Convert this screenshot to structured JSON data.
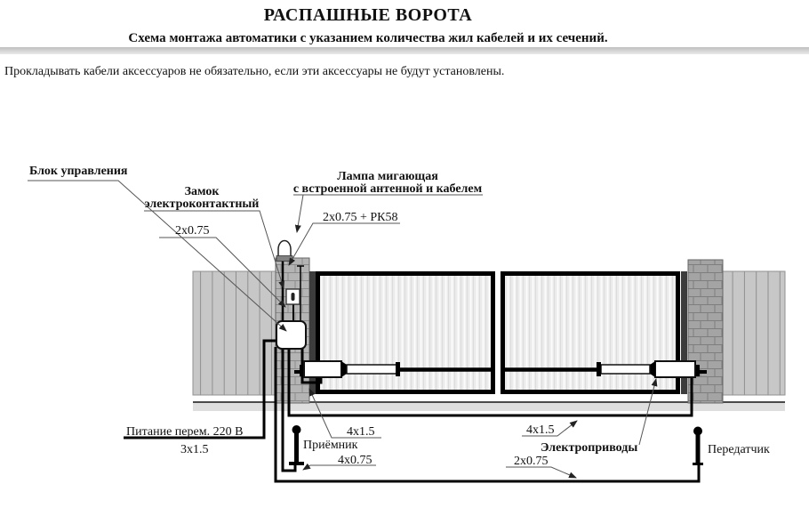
{
  "header": {
    "title": "РАСПАШНЫЕ ВОРОТА",
    "subtitle": "Схема монтажа автоматики с указанием количества жил кабелей и их сечений.",
    "note": "Прокладывать кабели аксессуаров не обязательно, если эти аксессуары не будут установлены."
  },
  "labels": {
    "control_unit": "Блок управления",
    "lock_line1": "Замок",
    "lock_line2": "электроконтактный",
    "lock_cable": "2х0.75",
    "lamp_line1": "Лампа мигающая",
    "lamp_line2": "с встроенной антенной и кабелем",
    "lamp_cable": "2х0.75 + РК58",
    "power_supply": "Питание  перем.  220 В",
    "power_cable": "3х1.5",
    "receiver": "Приёмник",
    "receiver_cable": "4х0.75",
    "left_actuator_cable": "4х1.5",
    "right_actuator_cable": "4х1.5",
    "actuators": "Электроприводы",
    "bottom_cable": "2х0.75",
    "transmitter": "Передатчик"
  },
  "colors": {
    "line_black": "#000000",
    "leader_gray": "#555555",
    "fence_fill": "#c7c7c7",
    "brick_light": "#b4b4b4",
    "brick_dark": "#a4a4a4",
    "gate_infill": "#ebebeb",
    "ground_band": "#dedede",
    "lamp_base": "#808080",
    "hinge_bar": "#3c3c3c"
  }
}
